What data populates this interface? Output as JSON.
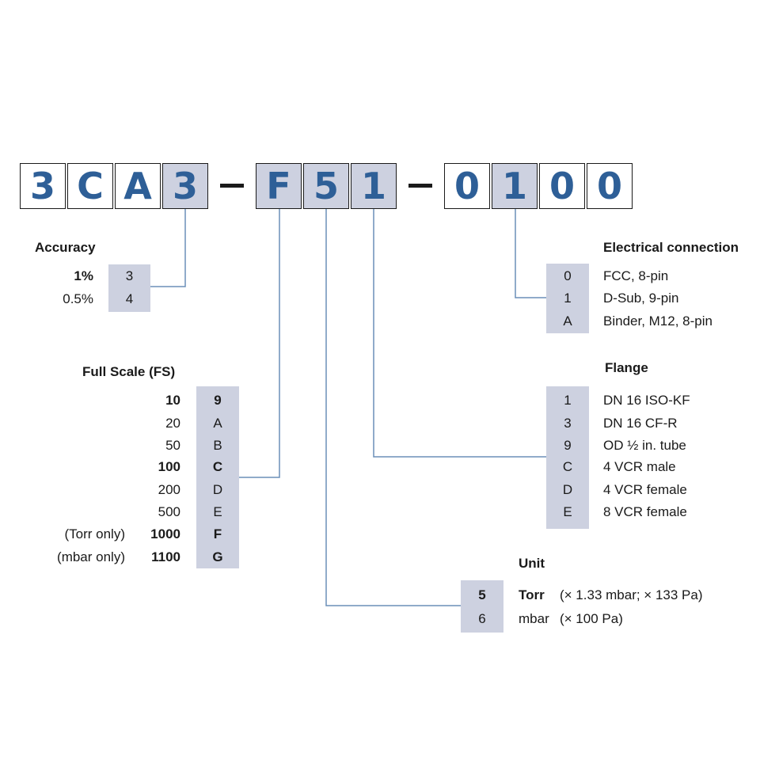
{
  "code": {
    "chars": [
      "3",
      "C",
      "A",
      "3",
      "F",
      "5",
      "1",
      "0",
      "1",
      "0",
      "0"
    ],
    "separators": [
      "–",
      "–"
    ]
  },
  "accuracy": {
    "title": "Accuracy",
    "rows": [
      {
        "label": "1%",
        "code": "3"
      },
      {
        "label": "0.5%",
        "code": "4"
      }
    ]
  },
  "full_scale": {
    "title": "Full Scale (FS)",
    "rows": [
      {
        "note": "",
        "label": "10",
        "code": "9"
      },
      {
        "note": "",
        "label": "20",
        "code": "A"
      },
      {
        "note": "",
        "label": "50",
        "code": "B"
      },
      {
        "note": "",
        "label": "100",
        "code": "C"
      },
      {
        "note": "",
        "label": "200",
        "code": "D"
      },
      {
        "note": "",
        "label": "500",
        "code": "E"
      },
      {
        "note": "(Torr only)",
        "label": "1000",
        "code": "F"
      },
      {
        "note": "(mbar only)",
        "label": "1100",
        "code": "G"
      }
    ]
  },
  "electrical": {
    "title": "Electrical connection",
    "rows": [
      {
        "code": "0",
        "text": "FCC, 8-pin"
      },
      {
        "code": "1",
        "text": "D-Sub, 9-pin"
      },
      {
        "code": "A",
        "text": "Binder, M12, 8-pin"
      }
    ]
  },
  "flange": {
    "title": "Flange",
    "rows": [
      {
        "code": "1",
        "text": "DN 16 ISO-KF"
      },
      {
        "code": "3",
        "text": "DN 16 CF-R"
      },
      {
        "code": "9",
        "text": "OD ½ in. tube"
      },
      {
        "code": "C",
        "text": "4 VCR male"
      },
      {
        "code": "D",
        "text": "4 VCR female"
      },
      {
        "code": "E",
        "text": "8 VCR female"
      }
    ]
  },
  "unit": {
    "title": "Unit",
    "rows": [
      {
        "code": "5",
        "name": "Torr",
        "detail": "(× 1.33 mbar; × 133 Pa)"
      },
      {
        "code": "6",
        "name": "mbar",
        "detail": "(× 100 Pa)"
      }
    ]
  },
  "colors": {
    "code_text": "#2e5f97",
    "highlight": "#cdd1e0",
    "connector": "#6b8fb8"
  }
}
